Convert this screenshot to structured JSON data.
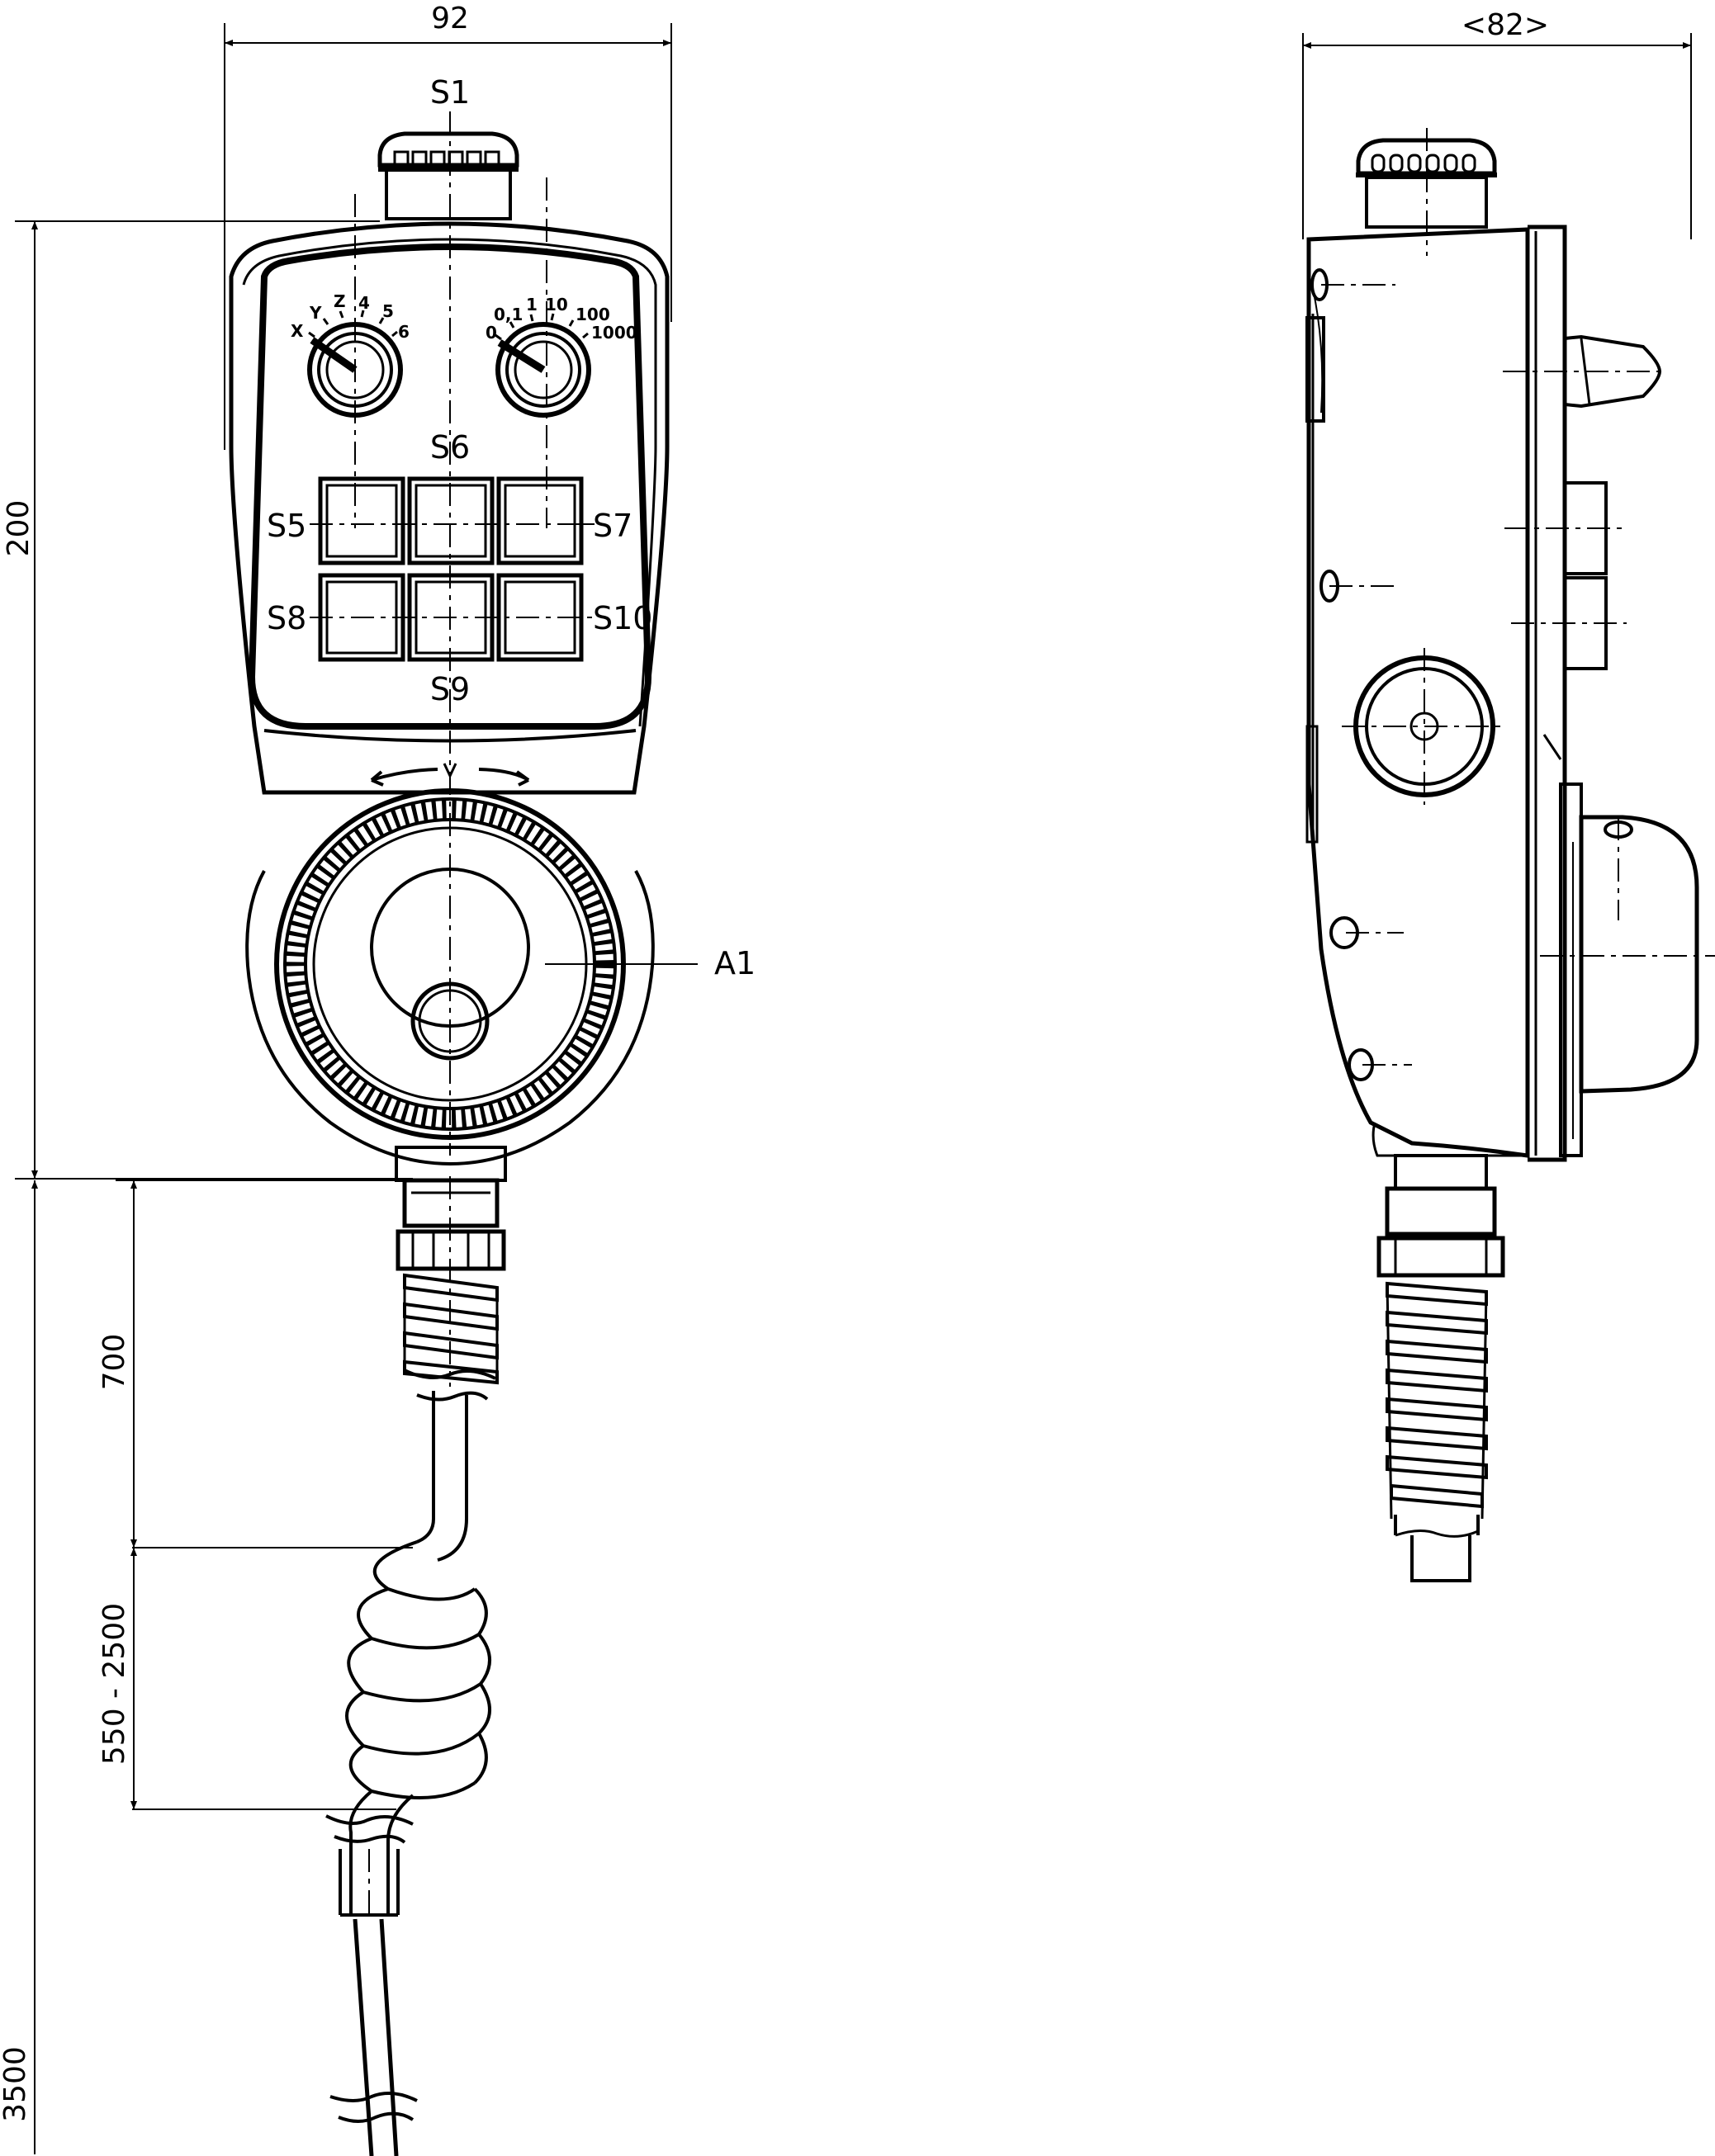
{
  "dimensions": {
    "width_front": "92",
    "width_side": "<82>",
    "height_body": "200",
    "cable_straight": "700",
    "cable_coiled": "550 - 2500",
    "cable_total": "3500"
  },
  "labels": {
    "s1": "S1",
    "s5": "S5",
    "s6": "S6",
    "s7": "S7",
    "s8": "S8",
    "s9": "S9",
    "s10": "S10",
    "a1": "A1"
  },
  "axis_selector": [
    "X",
    "Y",
    "Z",
    "4",
    "5",
    "6"
  ],
  "step_selector": [
    "0",
    "0,1",
    "1",
    "10",
    "100",
    "1000"
  ]
}
